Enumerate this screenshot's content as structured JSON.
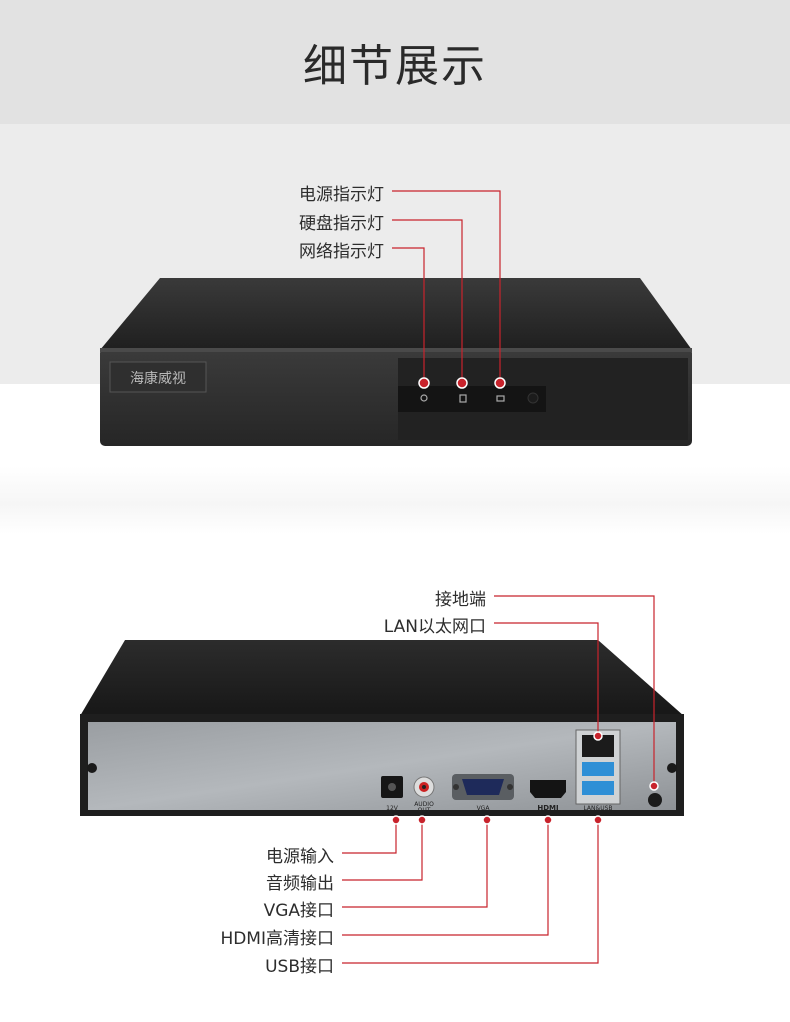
{
  "page": {
    "title": "细节展示"
  },
  "front_panel": {
    "brand_text": "海康威视",
    "callouts": [
      {
        "id": "power",
        "label": "电源指示灯"
      },
      {
        "id": "hdd",
        "label": "硬盘指示灯"
      },
      {
        "id": "network",
        "label": "网络指示灯"
      }
    ]
  },
  "rear_panel": {
    "port_labels": {
      "power": "12V",
      "audio_top": "AUDIO",
      "audio_bottom": "OUT",
      "vga": "VGA",
      "hdmi": "HDMI",
      "lan_usb": "LAN&USB"
    },
    "callouts_top": [
      {
        "id": "ground",
        "label": "接地端"
      },
      {
        "id": "lan",
        "label": "LAN以太网口"
      }
    ],
    "callouts_bottom": [
      {
        "id": "power-in",
        "label": "电源输入"
      },
      {
        "id": "audio-out",
        "label": "音频输出"
      },
      {
        "id": "vga",
        "label": "VGA接口"
      },
      {
        "id": "hdmi",
        "label": "HDMI高清接口"
      },
      {
        "id": "usb",
        "label": "USB接口"
      }
    ]
  },
  "colors": {
    "accent": "#c8232c",
    "band": "#e2e2e2",
    "device": "#2b2b2b"
  }
}
